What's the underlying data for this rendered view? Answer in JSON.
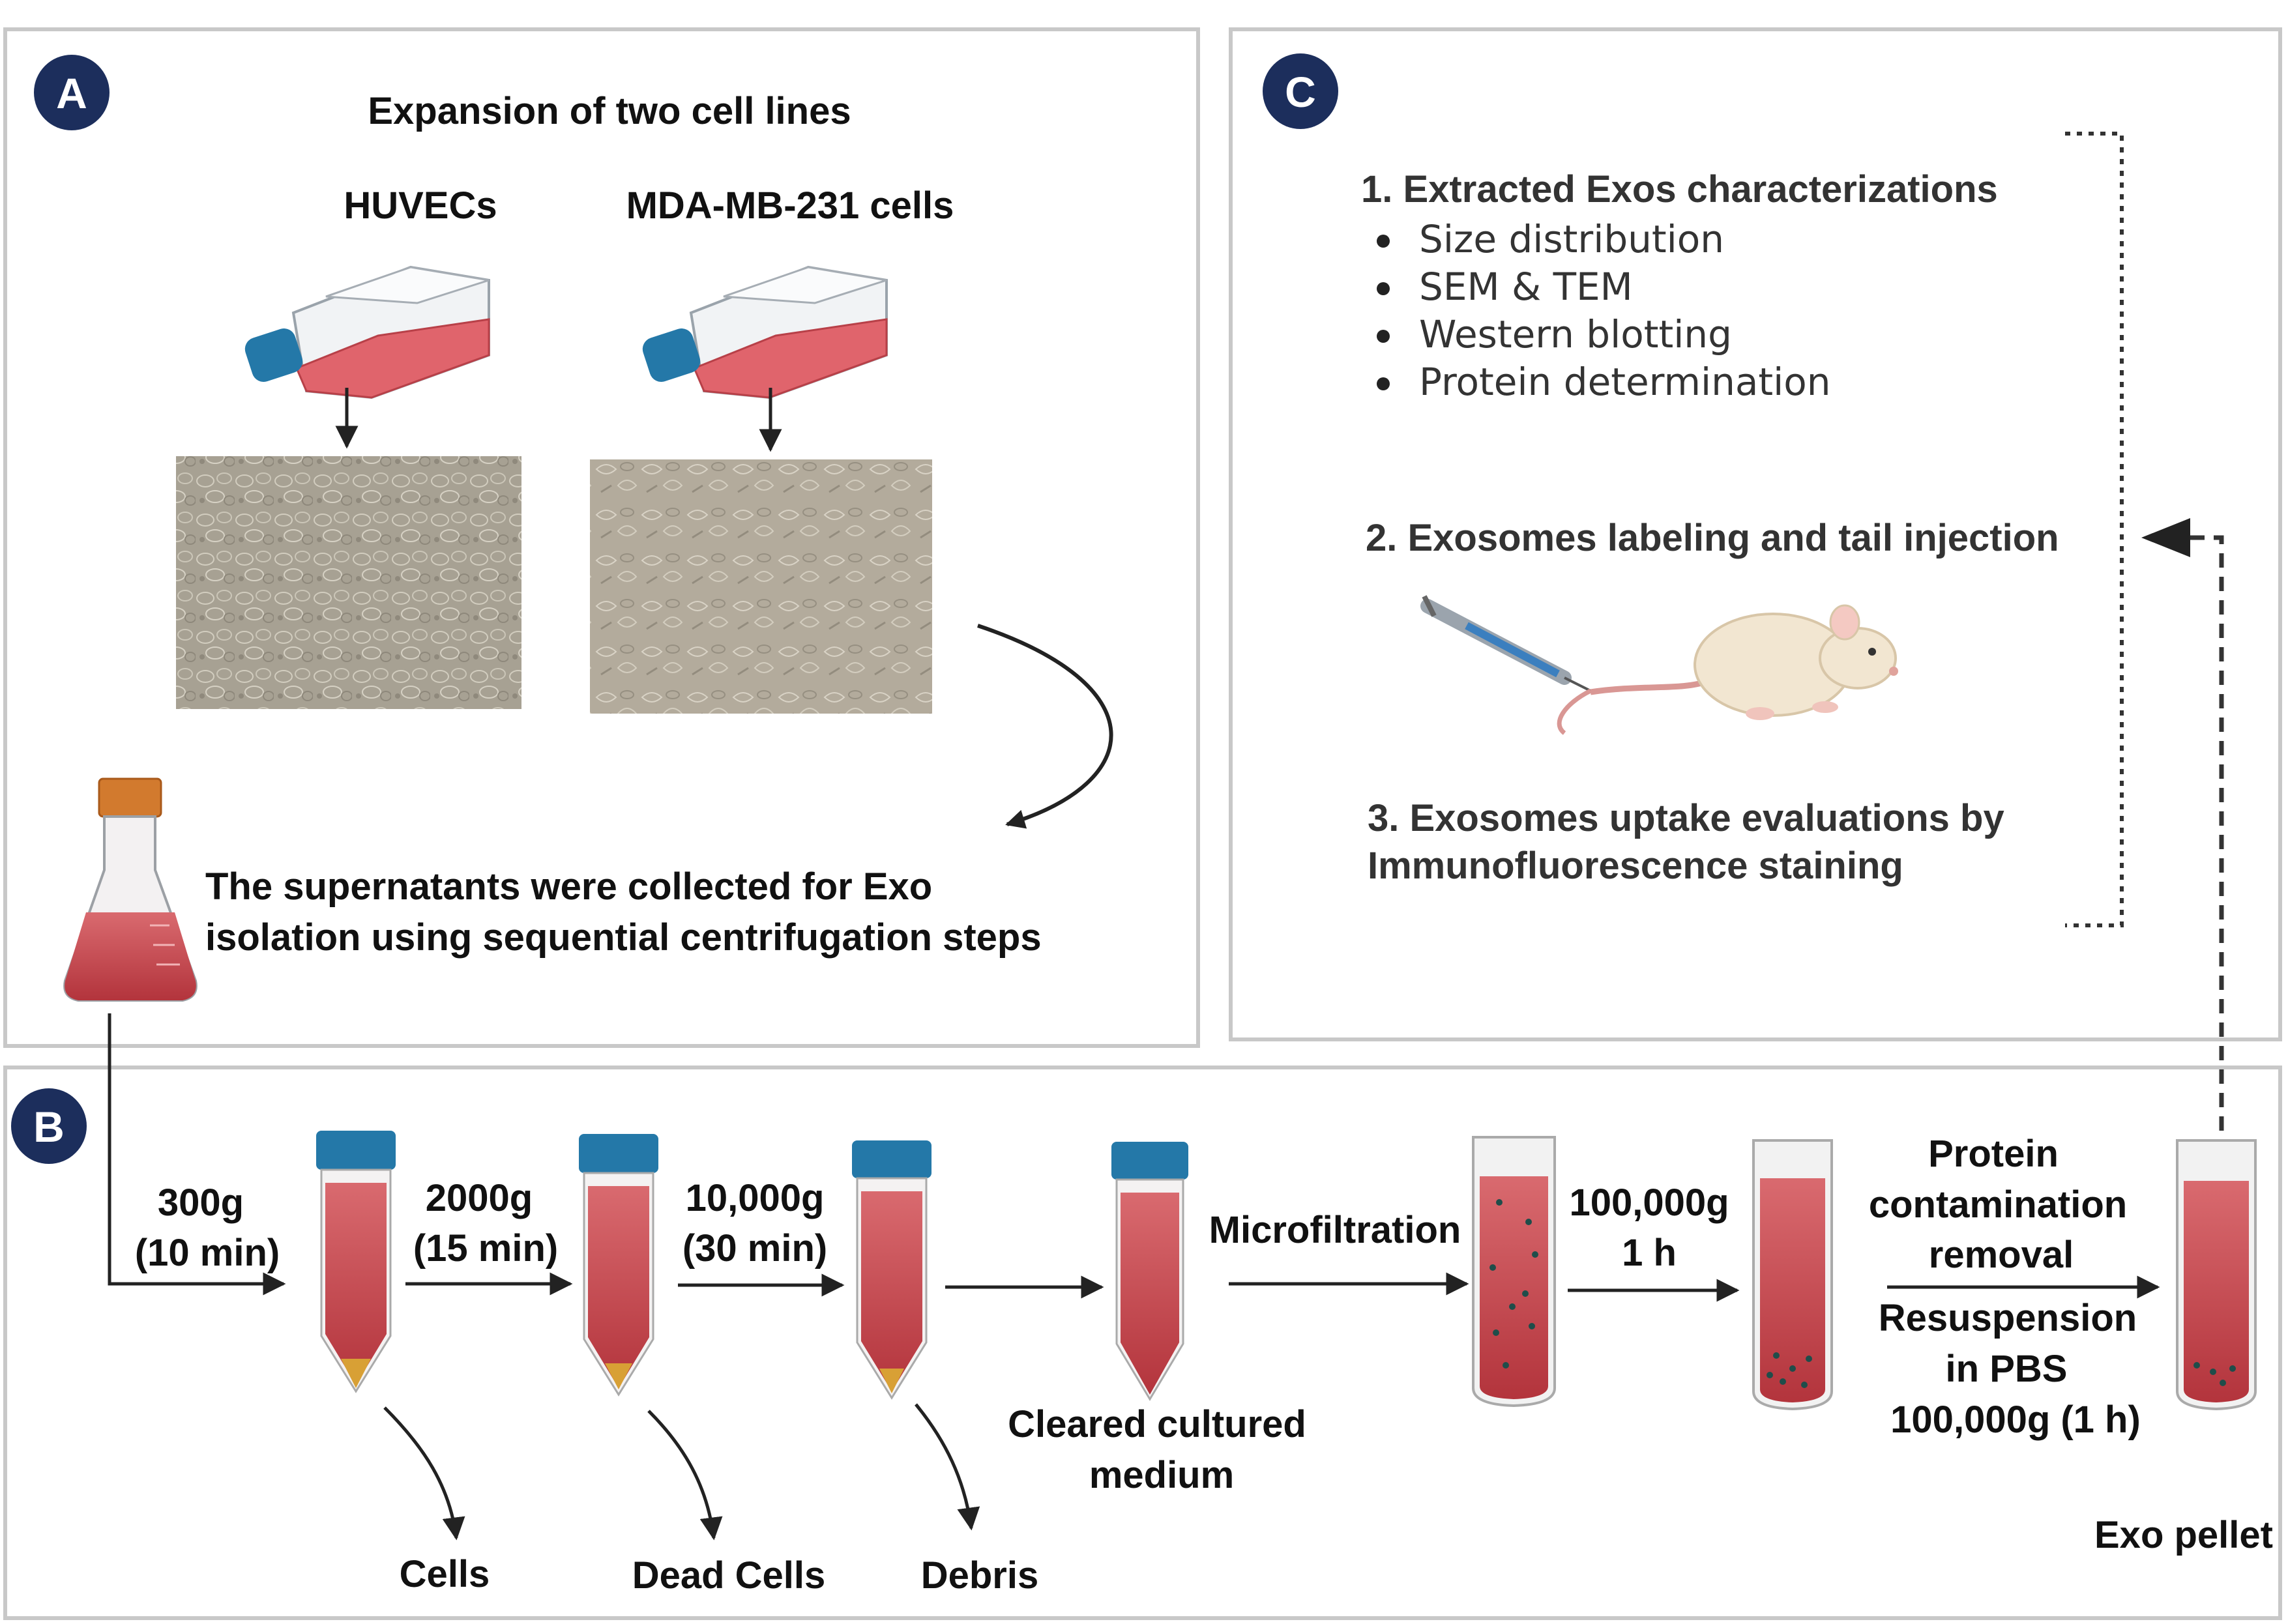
{
  "panels": {
    "a": {
      "badge": "A",
      "title": "Expansion of two cell lines",
      "cell_line_1": "HUVECs",
      "cell_line_2": "MDA-MB-231 cells",
      "supernatant_line_1": "The supernatants were collected for Exo",
      "supernatant_line_2": "isolation using sequential centrifugation steps"
    },
    "b": {
      "badge": "B",
      "step1_line1": "300g",
      "step1_line2": "(10 min)",
      "step2_line1": "2000g",
      "step2_line2": "(15 min)",
      "step3_line1": "10,000g",
      "step3_line2": "(30 min)",
      "microfiltration": "Microfiltration",
      "step5_line1": "100,000g",
      "step5_line2": "1 h",
      "protein_line1": "Protein",
      "protein_line2": "contamination",
      "protein_line3": "removal",
      "resusp_line1": "Resuspension",
      "resusp_line2": "in PBS",
      "resusp_line3": "100,000g (1 h)",
      "cleared_line1": "Cleared cultured",
      "cleared_line2": "medium",
      "waste_cells": "Cells",
      "waste_dead_cells": "Dead Cells",
      "waste_debris": "Debris",
      "exo_pellet": "Exo pellet"
    },
    "c": {
      "badge": "C",
      "item1_title": "1.  Extracted Exos characterizations",
      "bullets": [
        "Size distribution",
        "SEM & TEM",
        "Western blotting",
        "Protein determination"
      ],
      "item2_title": "2. Exosomes labeling and tail injection",
      "item3_line1": "3. Exosomes uptake evaluations by",
      "item3_line2": "Immunofluorescence staining"
    }
  },
  "colors": {
    "badge_fill": "#1c2e5c",
    "media_red": "#c4444d",
    "tube_cap_blue": "#2478a8",
    "flask_cap_orange": "#d27a2e",
    "panel_border": "#c8c8c8"
  }
}
